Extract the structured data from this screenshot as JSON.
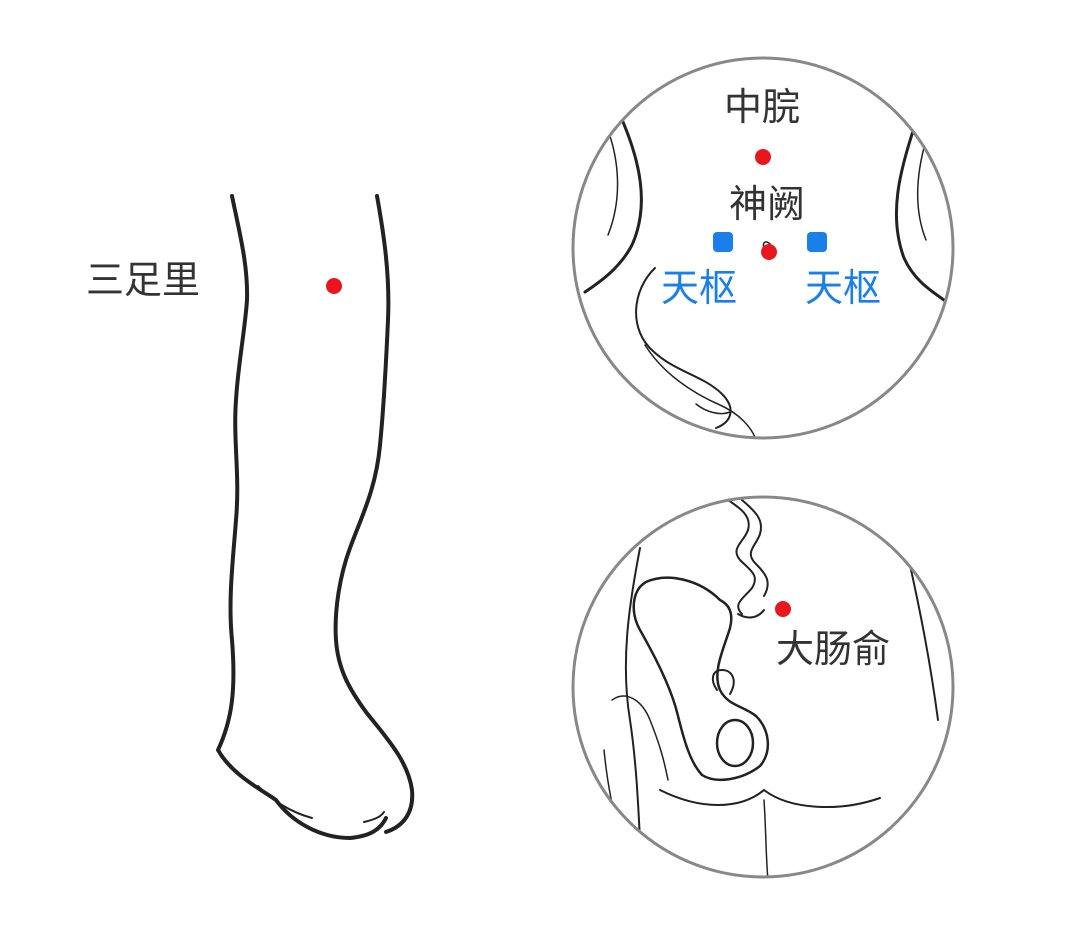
{
  "labels": {
    "zusanli": "三足里",
    "zhongwan": "中脘",
    "shenque": "神阙",
    "tianshu_left": "天枢",
    "tianshu_right": "天枢",
    "dachangshu": "大肠俞"
  },
  "colors": {
    "acupoint": "#e8171e",
    "tianshu_marker": "#1a7fe8",
    "label_text": "#333333",
    "tianshu_text": "#1a7fe8",
    "outline": "#222222",
    "circle_border": "#888888"
  },
  "icons": {
    "acupoint": "red-dot",
    "tianshu_marker": "blue-rounded-square"
  }
}
